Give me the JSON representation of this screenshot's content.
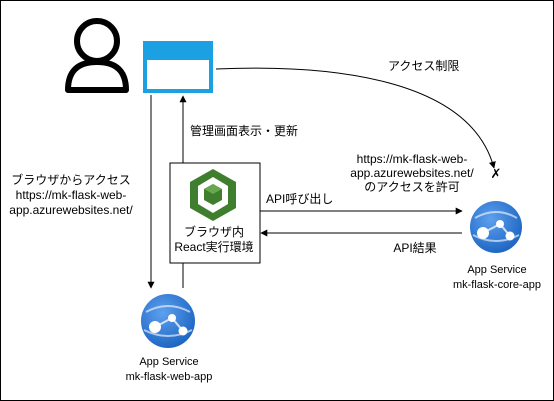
{
  "diagram": {
    "user": {
      "icon": "user-icon"
    },
    "browser_window": {
      "icon": "browser-window-icon"
    },
    "react_box": {
      "icon": "react-cube-icon",
      "line1": "ブラウザ内",
      "line2": "React実行環境"
    },
    "web_app": {
      "icon": "app-service-icon",
      "line1": "App Service",
      "line2": "mk-flask-web-app"
    },
    "core_app": {
      "icon": "app-service-icon",
      "line1": "App Service",
      "line2": "mk-flask-core-app"
    },
    "labels": {
      "access_restriction": "アクセス制限",
      "admin_display": "管理画面表示・更新",
      "browser_access_l1": "ブラウザからアクセス",
      "browser_access_l2": "https://mk-flask-web-",
      "browser_access_l3": "app.azurewebsites.net/",
      "allow_l1": "https://mk-flask-web-",
      "allow_l2": "app.azurewebsites.net/",
      "allow_l3": "のアクセスを許可",
      "api_call": "API呼び出し",
      "api_result": "API結果",
      "blocked_mark": "✗"
    },
    "colors": {
      "browser_fill": "#1ba1e2",
      "azure_blue": "#2b7fd4",
      "react_green": "#3f7e2e",
      "line": "#000000"
    }
  }
}
